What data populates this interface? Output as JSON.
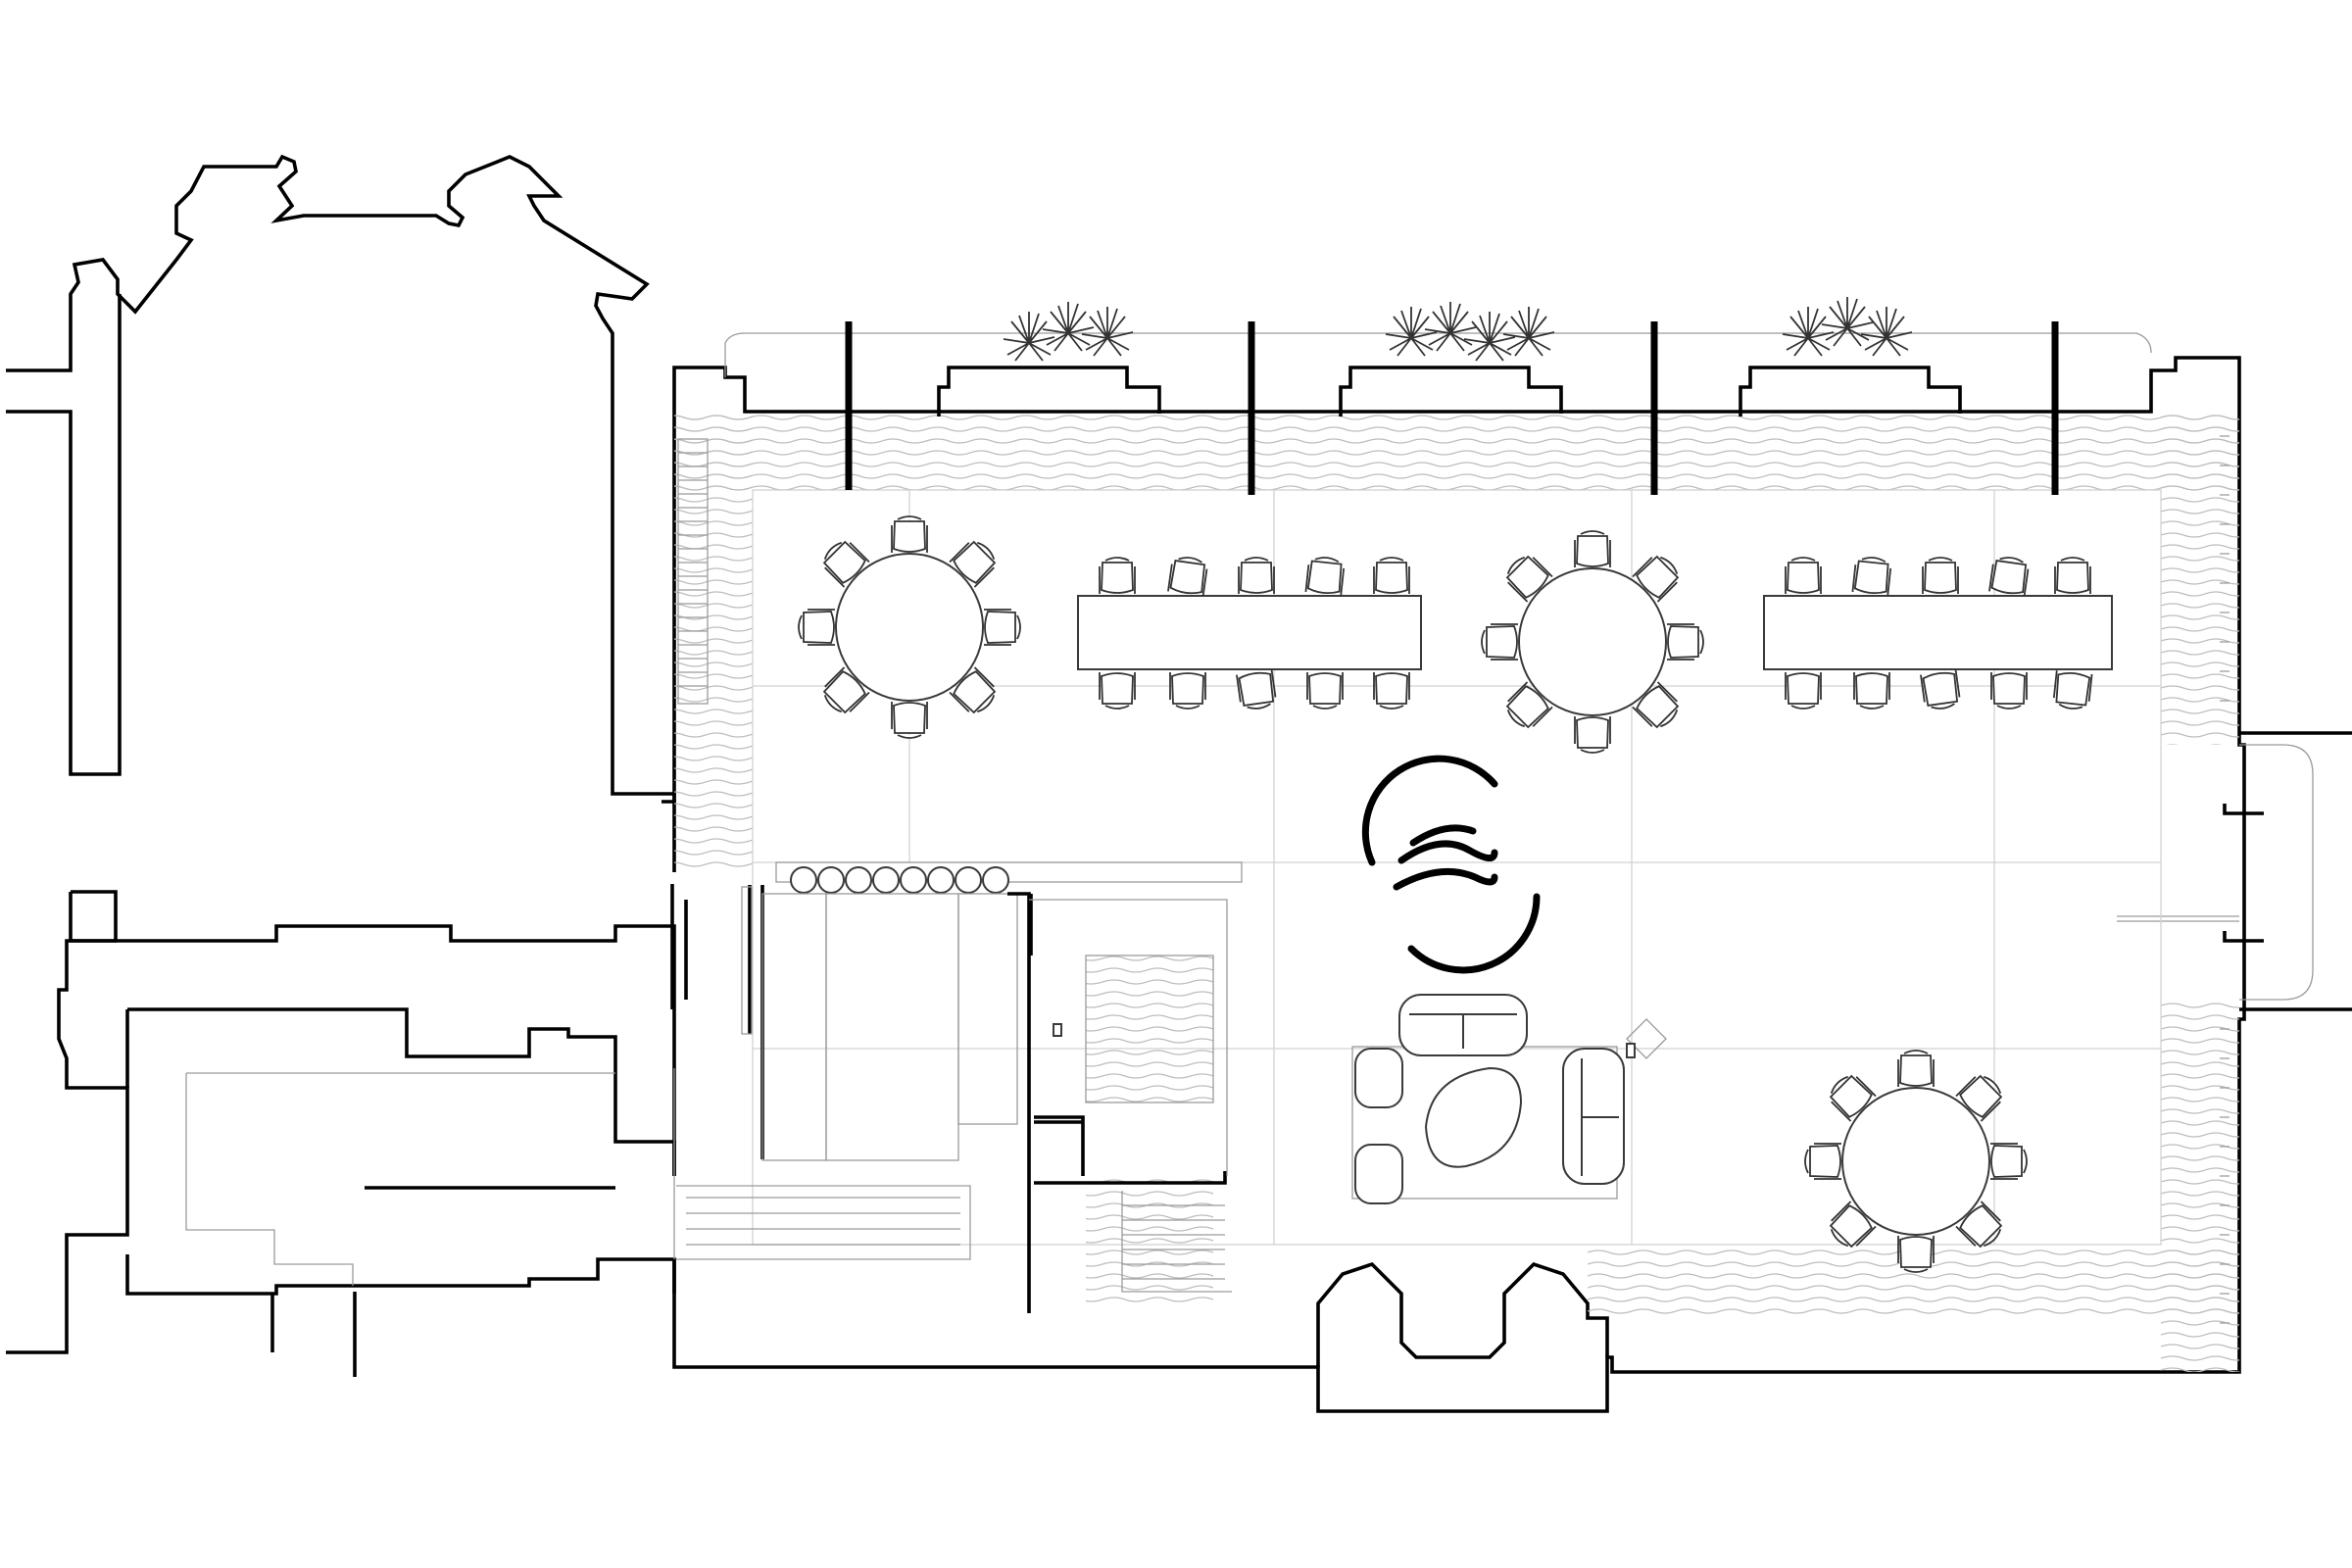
{
  "drawing": {
    "type": "architectural floor plan",
    "colors": {
      "background": "#ffffff",
      "wall": "#000000",
      "furniture": "#333333",
      "floor_texture": "#bdbdbd"
    },
    "round_tables": 3,
    "long_tables": 2,
    "chairs_per_round_table": 8,
    "chairs_per_long_table": 10,
    "planters": 3,
    "sofa_group": 1,
    "logo_icon": "wave-circle-icon"
  }
}
